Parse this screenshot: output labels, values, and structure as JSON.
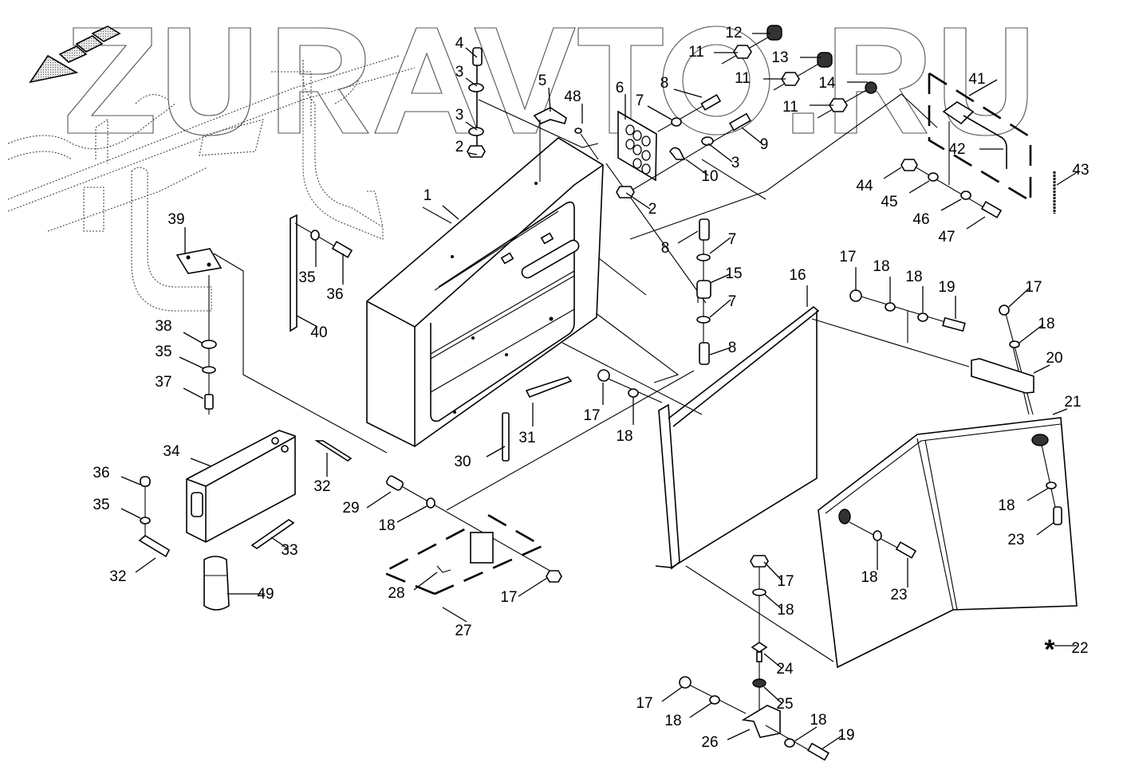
{
  "diagram": {
    "type": "exploded-parts-diagram",
    "watermark": "ZURAVTO.RU",
    "note_symbol": "*",
    "note_ref": "22",
    "direction_arrow": "forward-direction-arrow",
    "callouts": [
      {
        "id": "c1",
        "num": "1"
      },
      {
        "id": "c2a",
        "num": "2"
      },
      {
        "id": "c2b",
        "num": "2"
      },
      {
        "id": "c3a",
        "num": "3"
      },
      {
        "id": "c3b",
        "num": "3"
      },
      {
        "id": "c3c",
        "num": "3"
      },
      {
        "id": "c4",
        "num": "4"
      },
      {
        "id": "c5",
        "num": "5"
      },
      {
        "id": "c6",
        "num": "6"
      },
      {
        "id": "c7a",
        "num": "7"
      },
      {
        "id": "c7b",
        "num": "7"
      },
      {
        "id": "c7c",
        "num": "7"
      },
      {
        "id": "c8a",
        "num": "8"
      },
      {
        "id": "c8b",
        "num": "8"
      },
      {
        "id": "c8c",
        "num": "8"
      },
      {
        "id": "c9",
        "num": "9"
      },
      {
        "id": "c10",
        "num": "10"
      },
      {
        "id": "c11a",
        "num": "11"
      },
      {
        "id": "c11b",
        "num": "11"
      },
      {
        "id": "c11c",
        "num": "11"
      },
      {
        "id": "c12",
        "num": "12"
      },
      {
        "id": "c13",
        "num": "13"
      },
      {
        "id": "c14",
        "num": "14"
      },
      {
        "id": "c15",
        "num": "15"
      },
      {
        "id": "c16",
        "num": "16"
      },
      {
        "id": "c17a",
        "num": "17"
      },
      {
        "id": "c17b",
        "num": "17"
      },
      {
        "id": "c17c",
        "num": "17"
      },
      {
        "id": "c17d",
        "num": "17"
      },
      {
        "id": "c17e",
        "num": "17"
      },
      {
        "id": "c17f",
        "num": "17"
      },
      {
        "id": "c18a",
        "num": "18"
      },
      {
        "id": "c18b",
        "num": "18"
      },
      {
        "id": "c18c",
        "num": "18"
      },
      {
        "id": "c18d",
        "num": "18"
      },
      {
        "id": "c18e",
        "num": "18"
      },
      {
        "id": "c18f",
        "num": "18"
      },
      {
        "id": "c18g",
        "num": "18"
      },
      {
        "id": "c18h",
        "num": "18"
      },
      {
        "id": "c18i",
        "num": "18"
      },
      {
        "id": "c18j",
        "num": "18"
      },
      {
        "id": "c19a",
        "num": "19"
      },
      {
        "id": "c19b",
        "num": "19"
      },
      {
        "id": "c20",
        "num": "20"
      },
      {
        "id": "c21",
        "num": "21"
      },
      {
        "id": "c22",
        "num": "22"
      },
      {
        "id": "c23a",
        "num": "23"
      },
      {
        "id": "c23b",
        "num": "23"
      },
      {
        "id": "c24",
        "num": "24"
      },
      {
        "id": "c25",
        "num": "25"
      },
      {
        "id": "c26",
        "num": "26"
      },
      {
        "id": "c27",
        "num": "27"
      },
      {
        "id": "c28",
        "num": "28"
      },
      {
        "id": "c29",
        "num": "29"
      },
      {
        "id": "c30",
        "num": "30"
      },
      {
        "id": "c31",
        "num": "31"
      },
      {
        "id": "c32a",
        "num": "32"
      },
      {
        "id": "c32b",
        "num": "32"
      },
      {
        "id": "c33",
        "num": "33"
      },
      {
        "id": "c34",
        "num": "34"
      },
      {
        "id": "c35a",
        "num": "35"
      },
      {
        "id": "c35b",
        "num": "35"
      },
      {
        "id": "c35c",
        "num": "35"
      },
      {
        "id": "c36a",
        "num": "36"
      },
      {
        "id": "c36b",
        "num": "36"
      },
      {
        "id": "c37",
        "num": "37"
      },
      {
        "id": "c38",
        "num": "38"
      },
      {
        "id": "c39",
        "num": "39"
      },
      {
        "id": "c40",
        "num": "40"
      },
      {
        "id": "c41",
        "num": "41"
      },
      {
        "id": "c42",
        "num": "42"
      },
      {
        "id": "c43",
        "num": "43"
      },
      {
        "id": "c44",
        "num": "44"
      },
      {
        "id": "c45",
        "num": "45"
      },
      {
        "id": "c46",
        "num": "46"
      },
      {
        "id": "c47",
        "num": "47"
      },
      {
        "id": "c48",
        "num": "48"
      },
      {
        "id": "c49",
        "num": "49"
      }
    ]
  }
}
